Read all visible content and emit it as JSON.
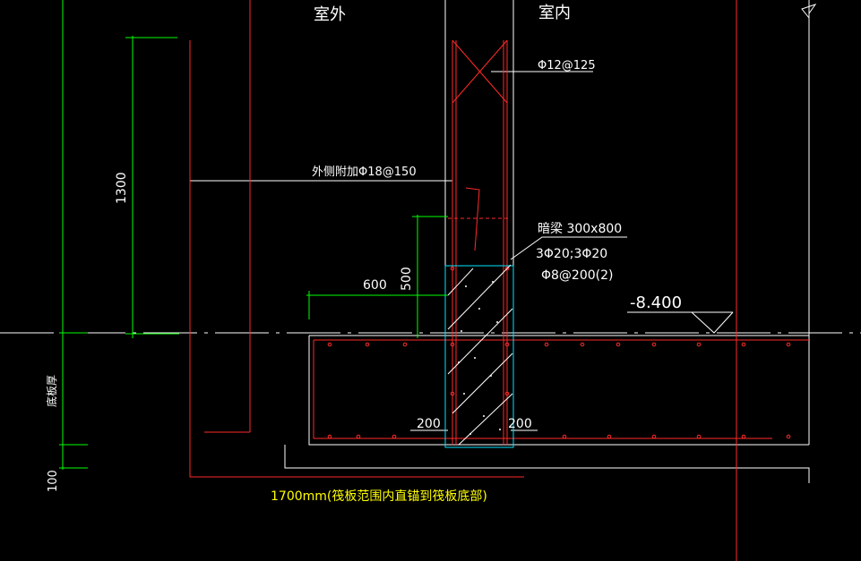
{
  "labels": {
    "outside": "室外",
    "inside": "室内",
    "rebar_top": "Φ12@125",
    "outer_add": "外侧附加Φ18@150",
    "beam_name": "暗梁 300x800",
    "beam_main": "3Φ20;3Φ20",
    "beam_stirrup": "Φ8@200(2)",
    "elevation": "-8.400",
    "dim_600": "600",
    "dim_500": "500",
    "dim_1300": "1300",
    "dim_200_left": "200",
    "dim_200_right": "200",
    "raft_thickness": "底板厚",
    "dim_100": "100",
    "anchor_note": "1700mm(筏板范围内直锚到筏板底部)"
  },
  "colors": {
    "background": "#000000",
    "wall_line": "#ffffff",
    "rebar": "#ff2a2a",
    "dimension": "#00ff00",
    "hatch_outline": "#00e5ff",
    "annotation": "#ffffff",
    "note_yellow": "#ffff00"
  }
}
